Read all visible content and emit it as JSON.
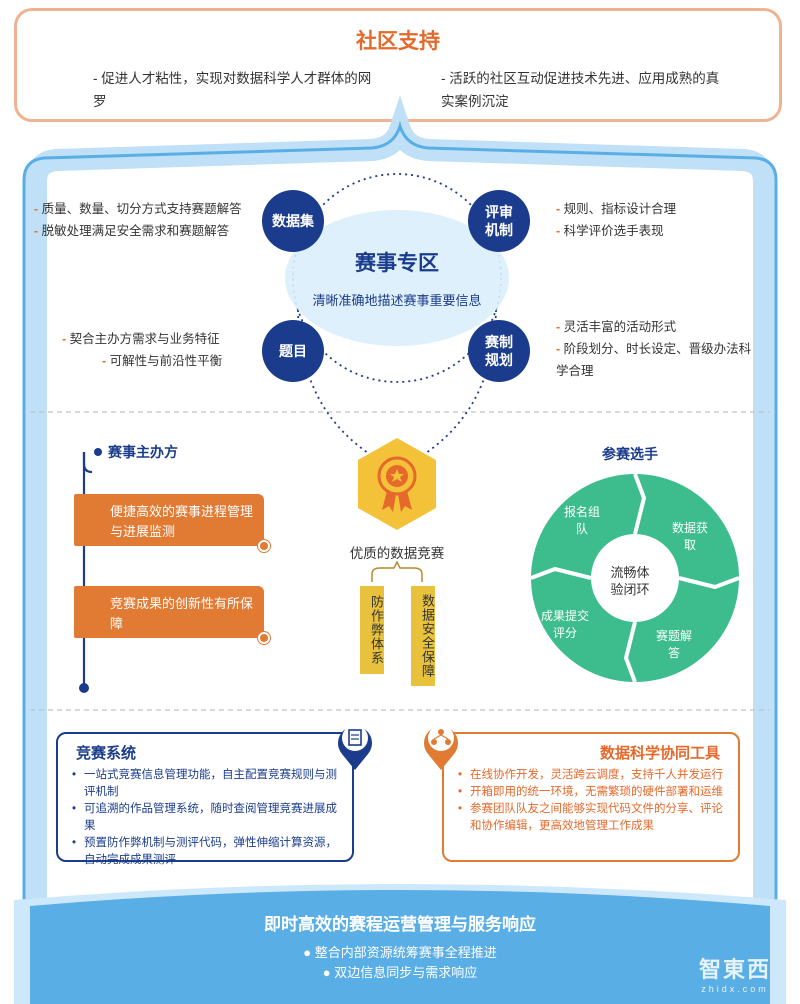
{
  "community": {
    "title": "社区支持",
    "left": "- 促进人才粘性，实现对数据科学人才群体的网罗",
    "right": "- 活跃的社区互动促进技术先进、应用成熟的真实案例沉淀"
  },
  "zone": {
    "title": "赛事专区",
    "subtitle": "清晰准确地描述赛事重要信息",
    "hubs": {
      "dataset": "数据集",
      "review": "评审机制",
      "topic": "题目",
      "format": "赛制规划"
    },
    "left_top": [
      "质量、数量、切分方式支持赛题解答",
      "脱敏处理满足安全需求和赛题解答"
    ],
    "left_bottom": [
      "契合主办方需求与业务特征",
      "可解性与前沿性平衡"
    ],
    "right_top": [
      "规则、指标设计合理",
      "科学评价选手表现"
    ],
    "right_bottom": [
      "灵活丰富的活动形式",
      "阶段划分、时长设定、晋级办法科学合理"
    ]
  },
  "organizer": {
    "title": "赛事主办方",
    "items": [
      "便捷高效的赛事进程管理与进展监测",
      "竞赛成果的创新性有所保障"
    ]
  },
  "center": {
    "label": "优质的数据竞赛",
    "tags": [
      "防作弊体系",
      "数据安全保障"
    ]
  },
  "participants": {
    "title": "参赛选手",
    "core": "流畅体验闭环",
    "segments": [
      "报名组队",
      "数据获取",
      "赛题解答",
      "成果提交评分"
    ]
  },
  "system": {
    "title": "竞赛系统",
    "items": [
      "一站式竞赛信息管理功能，自主配置竞赛规则与测评机制",
      "可追溯的作品管理系统，随时查阅管理竞赛进展成果",
      "预置防作弊机制与测评代码，弹性伸缩计算资源，自动完成成果测评"
    ]
  },
  "tools": {
    "title": "数据科学协同工具",
    "items": [
      "在线协作开发，灵活跨云调度，支持千人并发运行",
      "开箱即用的统一环境，无需繁琐的硬件部署和运维",
      "参赛团队队友之间能够实现代码文件的分享、评论和协作编辑，更高效地管理工作成果"
    ]
  },
  "footer": {
    "title": "即时高效的赛程运营管理与服务响应",
    "items": [
      "整合内部资源统筹赛事全程推进",
      "双边信息同步与需求响应"
    ]
  },
  "watermark": "智東西",
  "watermark_sub": "zhidx.com",
  "colors": {
    "navy": "#1b3c8c",
    "orange": "#e17a33",
    "green": "#3dbd8e",
    "blue_frame": "#5aaee6",
    "yellow": "#f3c239"
  }
}
